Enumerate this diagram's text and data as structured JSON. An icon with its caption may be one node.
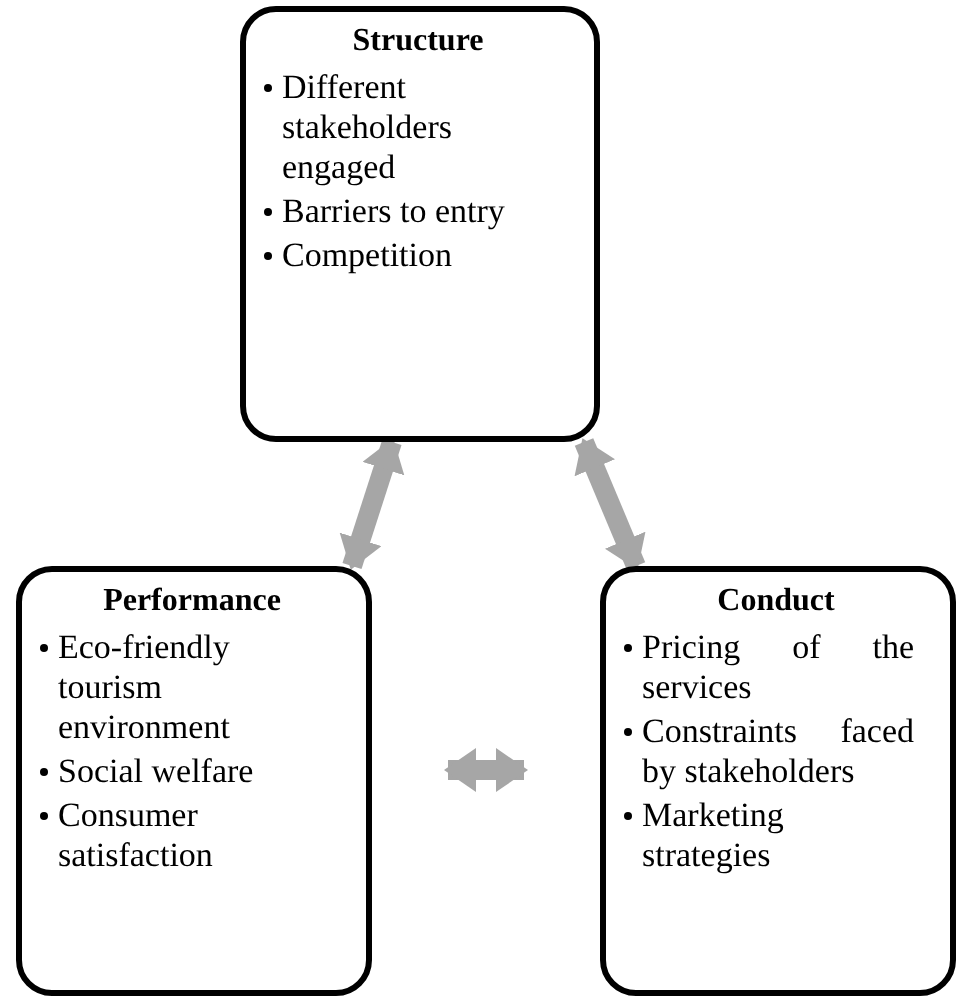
{
  "diagram": {
    "nodes": [
      {
        "text": [
          "Structure",
          "Different stakeholders engaged",
          "Barriers to entry",
          "Competition"
        ]
      },
      {
        "text": [
          "Performance",
          "Eco-friendly tourism environment",
          "Social welfare",
          "Consumer satisfaction"
        ]
      },
      {
        "text": [
          "Conduct",
          "Pricing of the services",
          "Constraints faced by stakeholders",
          "Marketing strategies"
        ]
      }
    ],
    "edges": [
      {
        "from": 1,
        "to": 0,
        "arrow": "both"
      },
      {
        "from": 0,
        "to": 2,
        "arrow": "both"
      },
      {
        "from": 1,
        "to": 2,
        "arrow": "both"
      }
    ]
  }
}
